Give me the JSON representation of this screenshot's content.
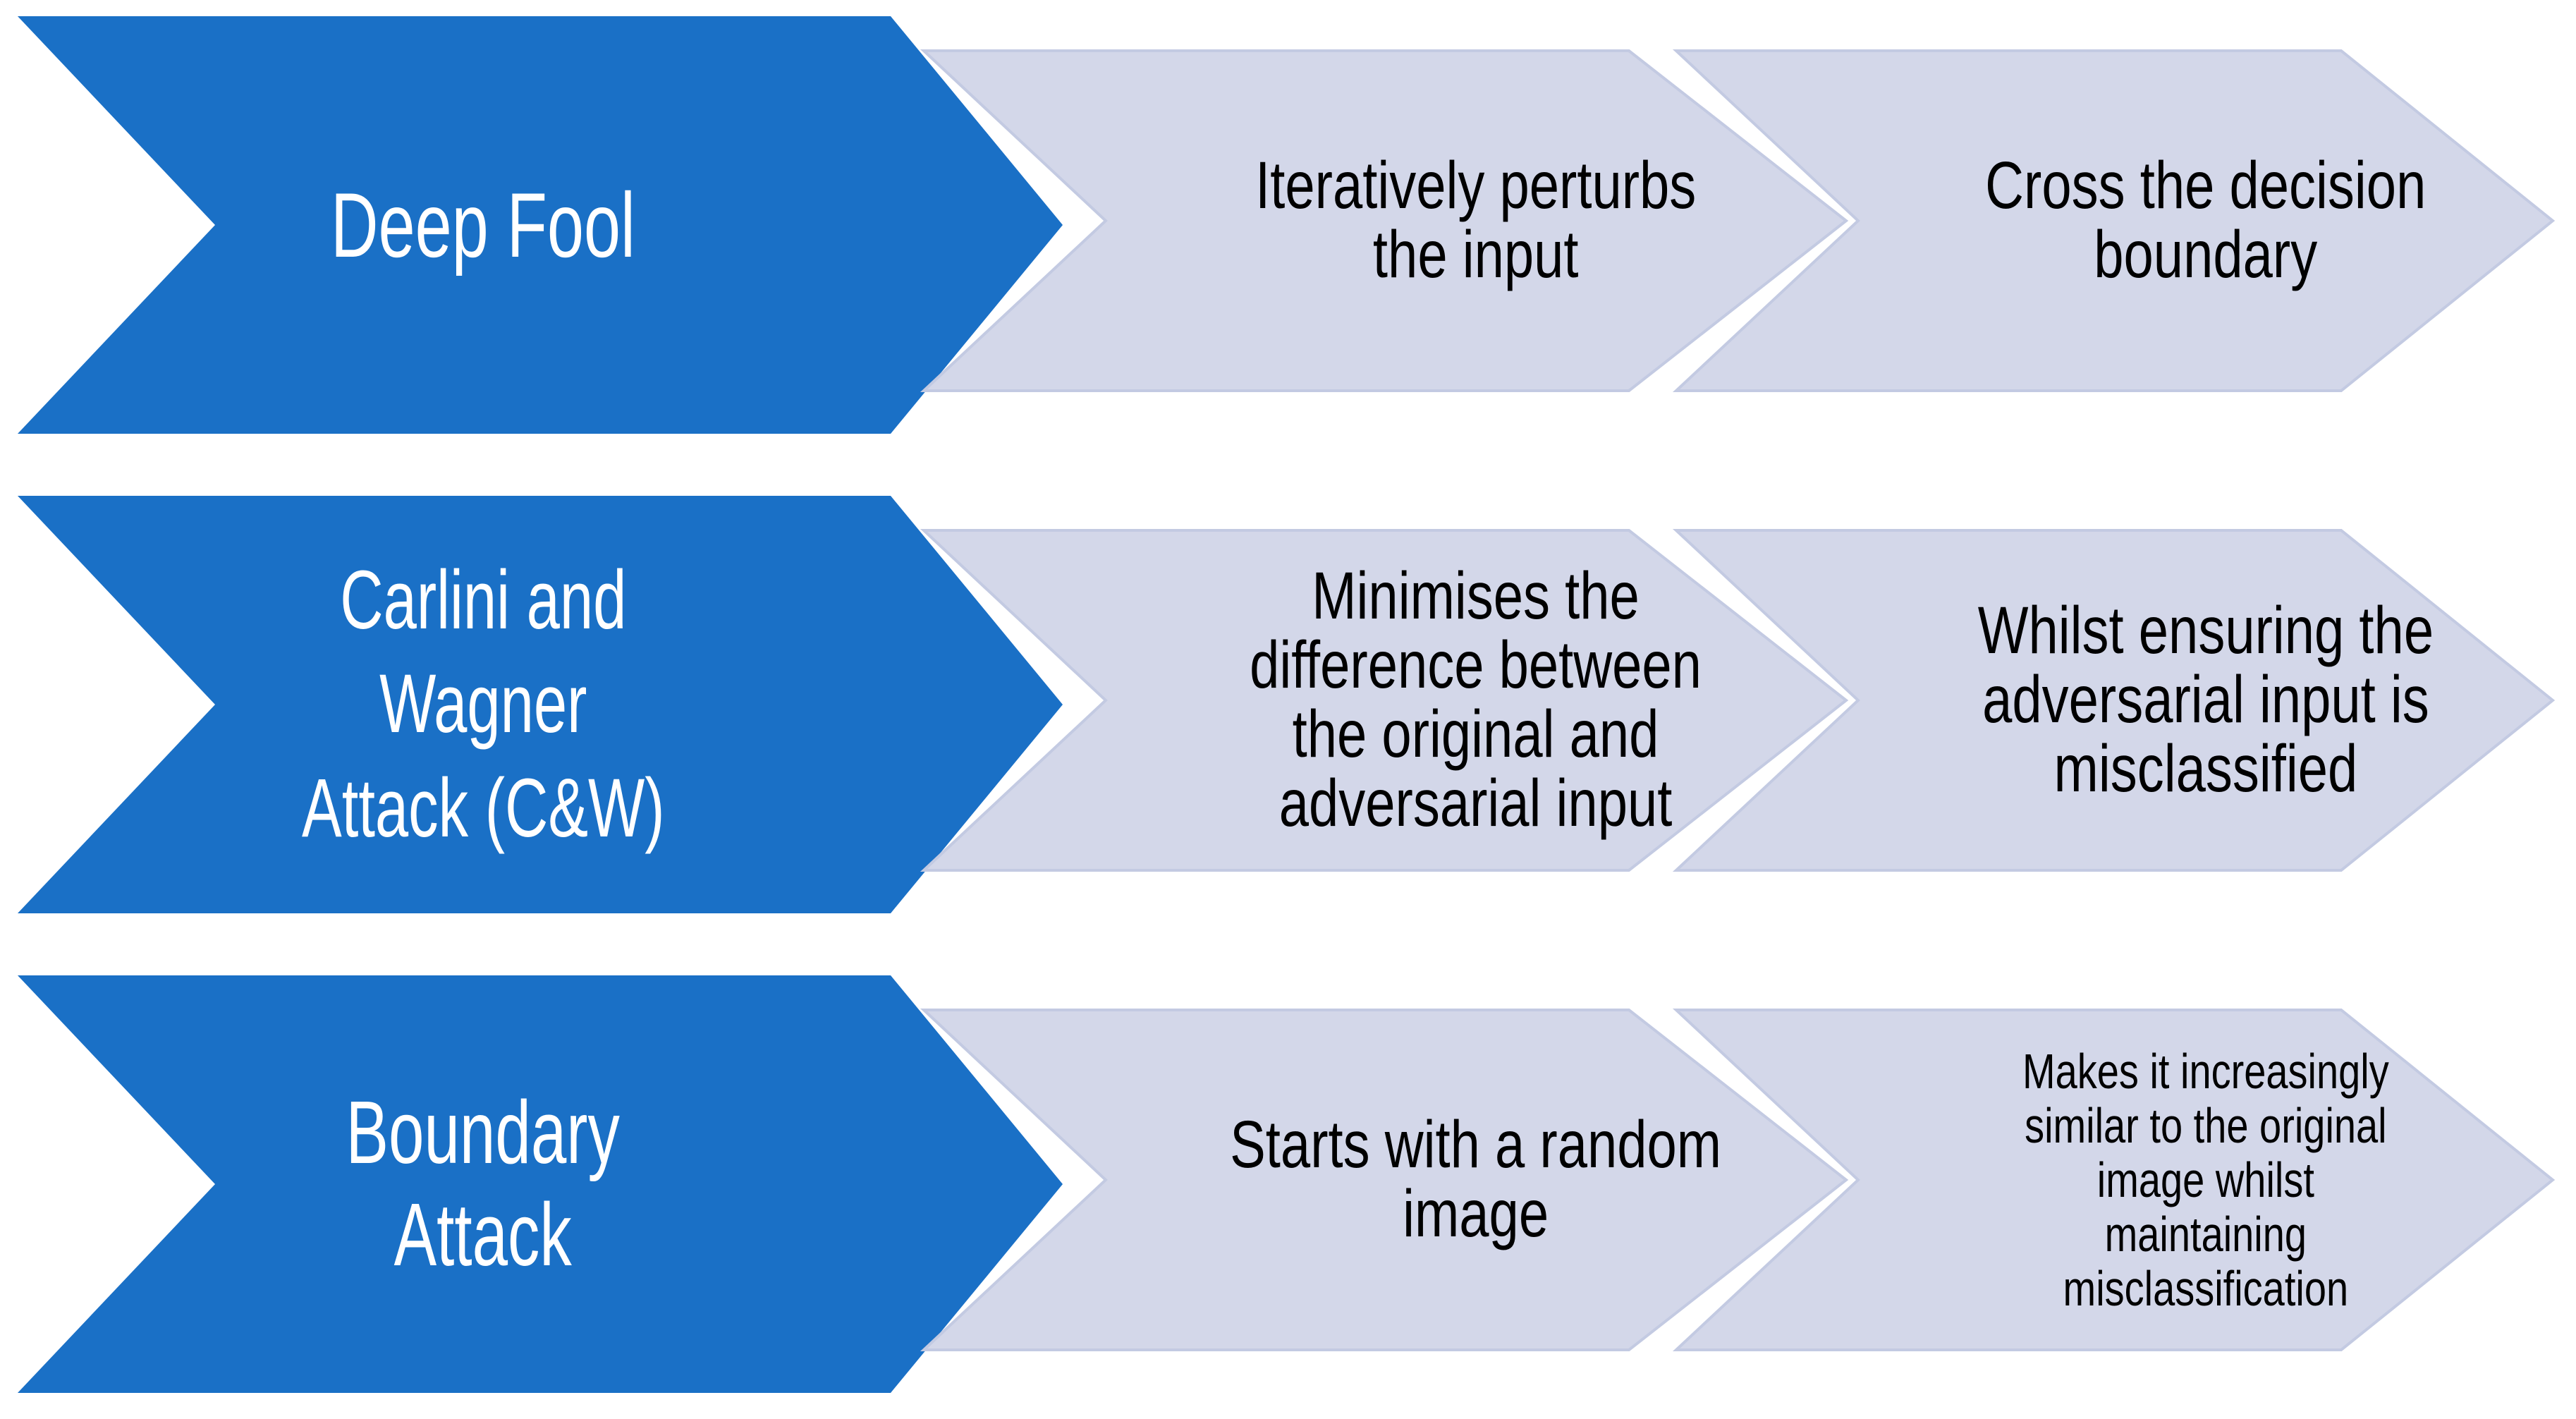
{
  "diagram": {
    "type": "chevron-process",
    "colors": {
      "primary": "#1A70C6",
      "secondary": "#D3D7E9",
      "secondary_border": "#C3CAE2",
      "title_text": "#FFFFFF",
      "body_text": "#000000",
      "background": "#FFFFFF"
    },
    "rows": [
      {
        "title": "Deep Fool",
        "step1": "Iteratively perturbs\nthe input",
        "step2": "Cross the decision\nboundary"
      },
      {
        "title": "Carlini and\nWagner\nAttack (C&W)",
        "step1": "Minimises the\ndifference between\nthe original and\nadversarial input",
        "step2": "Whilst ensuring the\nadversarial input is\nmisclassified"
      },
      {
        "title": "Boundary\nAttack",
        "step1": "Starts with a random\nimage",
        "step2": "Makes it increasingly\nsimilar to the original\nimage whilst\nmaintaining\nmisclassification"
      }
    ]
  }
}
